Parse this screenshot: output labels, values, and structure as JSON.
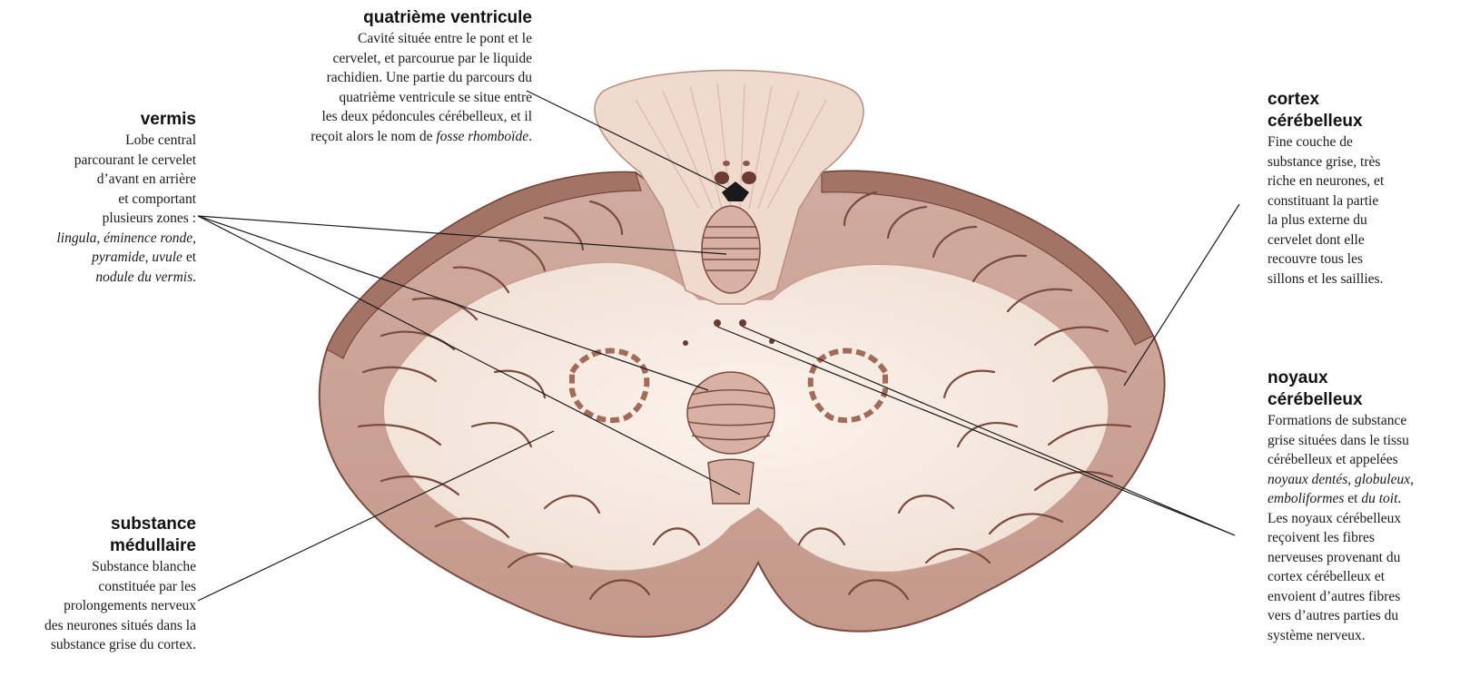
{
  "labels": {
    "quatrieme_ventricule": {
      "title": "quatrième ventricule",
      "lines": [
        "Cavité située entre le pont et le",
        "cervelet, et parcourue par le liquide",
        "rachidien. Une partie du parcours du",
        "quatrième ventricule se situe entre",
        "les deux pédoncules cérébelleux, et il"
      ],
      "last_line_prefix": "reçoit alors le nom de ",
      "last_line_italic": "fosse rhomboïde",
      "last_line_suffix": "."
    },
    "vermis": {
      "title": "vermis",
      "lines": [
        "Lobe central",
        "parcourant le cervelet",
        "d’avant en arrière",
        "et comportant",
        "plusieurs zones :"
      ],
      "italic_line_1": "lingula, éminence ronde,",
      "italic_line_2_a": "pyramide, uvule",
      "italic_line_2_b": " et",
      "italic_line_3": "nodule du vermis",
      "italic_line_3_end": "."
    },
    "substance_medullaire": {
      "title_1": "substance",
      "title_2": "médullaire",
      "lines": [
        "Substance blanche",
        "constituée par les",
        "prolongements nerveux",
        "des neurones situés dans la",
        "substance grise du cortex."
      ]
    },
    "cortex": {
      "title_1": "cortex",
      "title_2": "cérébelleux",
      "lines": [
        "Fine couche de",
        "substance grise, très",
        "riche en neurones, et",
        "constituant la partie",
        "la plus externe du",
        "cervelet dont elle",
        "recouvre tous les",
        "sillons et les saillies."
      ]
    },
    "noyaux": {
      "title_1": "noyaux",
      "title_2": "cérébelleux",
      "lines_a": [
        "Formations de substance",
        "grise situées dans le tissu",
        "cérébelleux et appelées"
      ],
      "italic_a": "noyaux dentés",
      "sep_a": ", ",
      "italic_b": "globuleux",
      "sep_b": ",",
      "italic_c": "emboliformes",
      "sep_c": " et ",
      "italic_d": "du toit",
      "sep_d": ".",
      "lines_b": [
        "Les noyaux cérébelleux",
        "reçoivent les fibres",
        "nerveuses provenant du",
        "cortex cérébelleux et",
        "envoient d’autres fibres",
        "vers d’autres parties du",
        "système nerveux."
      ]
    }
  },
  "colors": {
    "cortex_fill": "#c99f94",
    "cortex_dark": "#7a4a3f",
    "white_matter": "#f7ece4",
    "brainstem": "#eed9cc",
    "leader_line": "#1a1a1a"
  }
}
